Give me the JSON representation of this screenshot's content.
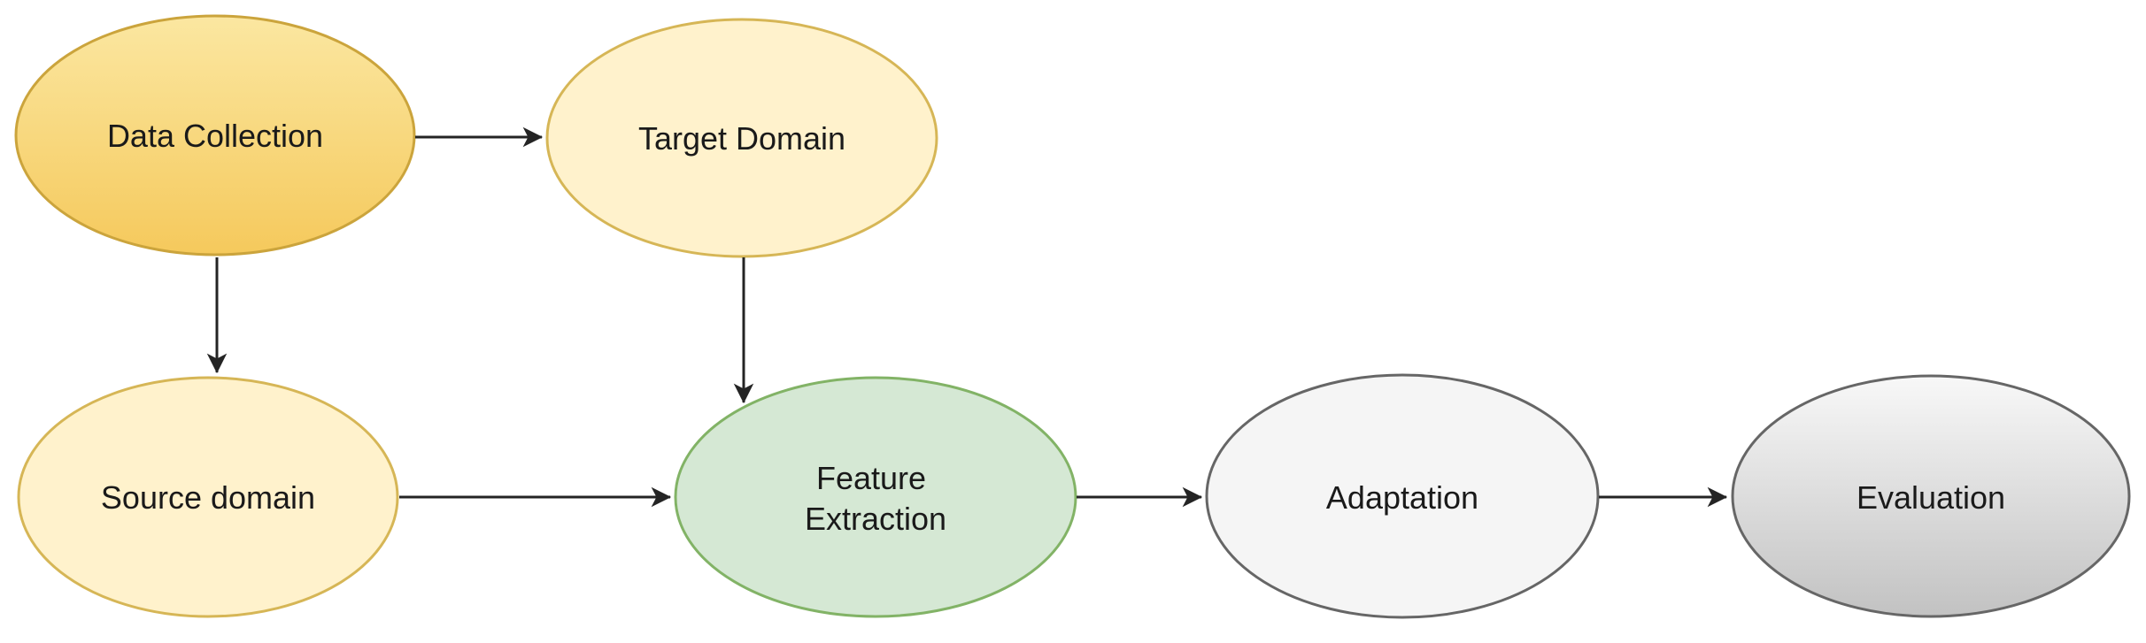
{
  "diagram": {
    "type": "flowchart",
    "background_color": "#FFFFFF",
    "text_color": "#1A1A1A",
    "edge_color": "#242424",
    "nodes": [
      {
        "id": "data-collection",
        "label": "Data Collection",
        "shape": "ellipse",
        "fill_top": "#FBE7A1",
        "fill_bottom": "#F5C95C",
        "border_color": "#CBA43C"
      },
      {
        "id": "target-domain",
        "label": "Target Domain",
        "shape": "ellipse",
        "fill": "#FFF2CC",
        "border_color": "#D6B656"
      },
      {
        "id": "source-domain",
        "label": "Source domain",
        "shape": "ellipse",
        "fill": "#FFF2CC",
        "border_color": "#D6B656"
      },
      {
        "id": "feature-extraction",
        "label": "Feature Extraction",
        "label_lines": [
          "Feature",
          "Extraction"
        ],
        "shape": "ellipse",
        "fill": "#D5E8D4",
        "border_color": "#82B366"
      },
      {
        "id": "adaptation",
        "label": "Adaptation",
        "shape": "ellipse",
        "fill": "#F5F5F5",
        "border_color": "#666666"
      },
      {
        "id": "evaluation",
        "label": "Evaluation",
        "shape": "ellipse",
        "fill_top": "#F8F8F8",
        "fill_bottom": "#C2C2C2",
        "border_color": "#666666"
      }
    ],
    "edges": [
      {
        "from": "data-collection",
        "to": "target-domain",
        "direction": "right"
      },
      {
        "from": "data-collection",
        "to": "source-domain",
        "direction": "down"
      },
      {
        "from": "target-domain",
        "to": "feature-extraction",
        "direction": "down"
      },
      {
        "from": "source-domain",
        "to": "feature-extraction",
        "direction": "right"
      },
      {
        "from": "feature-extraction",
        "to": "adaptation",
        "direction": "right"
      },
      {
        "from": "adaptation",
        "to": "evaluation",
        "direction": "right"
      }
    ]
  }
}
